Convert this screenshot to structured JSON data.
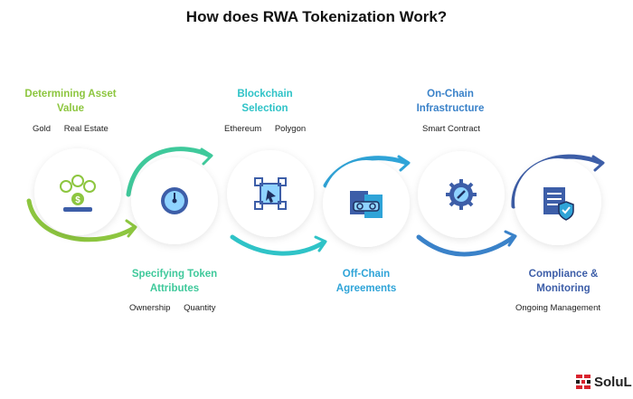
{
  "title": "How does RWA Tokenization Work?",
  "steps": [
    {
      "label": [
        "Determining Asset",
        "Value"
      ],
      "items": [
        "Gold",
        "Real Estate"
      ],
      "color": "#8dc63f",
      "icon": "asset-value-icon"
    },
    {
      "label": [
        "Specifying Token",
        "Attributes"
      ],
      "items": [
        "Ownership",
        "Quantity"
      ],
      "color": "#3fc99b",
      "icon": "gauge-icon"
    },
    {
      "label": [
        "Blockchain",
        "Selection"
      ],
      "items": [
        "Ethereum",
        "Polygon"
      ],
      "color": "#2fc3c7",
      "icon": "blockchain-select-icon"
    },
    {
      "label": [
        "Off-Chain",
        "Agreements"
      ],
      "items": [],
      "color": "#2fa4d8",
      "icon": "documents-icon"
    },
    {
      "label": [
        "On-Chain",
        "Infrastructure"
      ],
      "items": [
        "Smart Contract"
      ],
      "color": "#3a82c9",
      "icon": "smart-contract-gear-icon"
    },
    {
      "label": [
        "Compliance &",
        "Monitoring"
      ],
      "items": [
        "Ongoing Management"
      ],
      "color": "#3d5ea8",
      "icon": "compliance-shield-icon"
    }
  ],
  "brand": {
    "text": "SoluL",
    "color": "#d9232e"
  }
}
